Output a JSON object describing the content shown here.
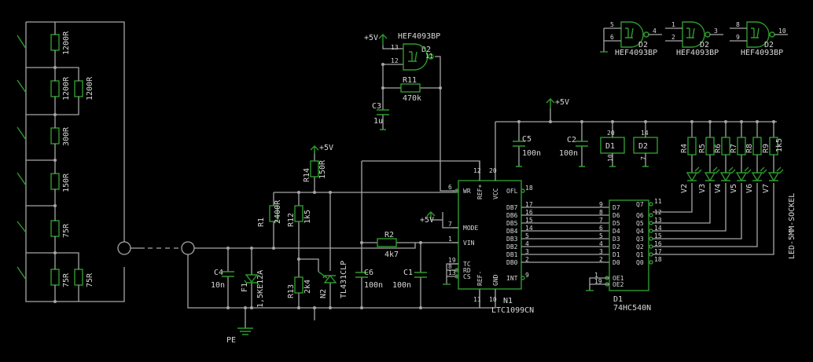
{
  "colors": {
    "background": "#000000",
    "wire": "#a6a6a6",
    "component": "#2e9a2e",
    "text": "#d8d8d8"
  },
  "resistor_ladder": {
    "r_top": "1200R",
    "r_2a": "1200R",
    "r_2b": "1200R",
    "r_3": "300R",
    "r_4": "150R",
    "r_5": "75R",
    "r_6a": "75R",
    "r_6b": "75R"
  },
  "oscillator": {
    "vcc": "+5V",
    "gate_part": "HEF4093BP",
    "gate_ref": "D2",
    "pin13": "13",
    "pin12": "12",
    "pin11": "11",
    "r11_ref": "R11",
    "r11_val": "470k",
    "c3_ref": "C3",
    "c3_val": "1u"
  },
  "spare_gates": [
    {
      "pin_a": "5",
      "pin_b": "6",
      "pin_out": "4",
      "ref": "D2",
      "part": "HEF4093BP"
    },
    {
      "pin_a": "1",
      "pin_b": "2",
      "pin_out": "3",
      "ref": "D2",
      "part": "HEF4093BP"
    },
    {
      "pin_a": "8",
      "pin_b": "9",
      "pin_out": "10",
      "ref": "D2",
      "part": "HEF4093BP"
    }
  ],
  "ref_section": {
    "vcc": "+5V",
    "r14_ref": "R14",
    "r14_val": "150R",
    "r1_ref": "R1",
    "r1_val": "2400R",
    "r12_ref": "R12",
    "r12_val": "1k5",
    "r13_ref": "R13",
    "r13_val": "2k4",
    "n2_ref": "N2",
    "n2_part": "TL431CLP",
    "c6_ref": "C6",
    "c6_val": "100n",
    "c4_ref": "C4",
    "c4_val": "10n",
    "f1_ref": "F1",
    "f1_val": "1,5KE12A",
    "r2_ref": "R2",
    "r2_val": "4k7",
    "c1_ref": "C1",
    "c1_val": "100n",
    "pe": "PE"
  },
  "adc": {
    "ref": "N1",
    "part": "LTC1099CN",
    "vcc": "+5V",
    "pins_left": [
      {
        "num": "6",
        "name": "WR"
      },
      {
        "num": "7",
        "name": "MODE"
      },
      {
        "num": "1",
        "name": "VIN"
      },
      {
        "num": "19",
        "name": "TC"
      },
      {
        "num": "8",
        "name": "RD"
      },
      {
        "num": "13",
        "name": "CS"
      }
    ],
    "pins_bottom": [
      {
        "num": "11",
        "name": "REF-"
      },
      {
        "num": "10",
        "name": "GND"
      }
    ],
    "pins_top": [
      {
        "num": "12",
        "name": "REF+"
      },
      {
        "num": "20",
        "name": "VCC"
      }
    ],
    "pins_right": [
      {
        "num": "18",
        "name": "OFL"
      },
      {
        "num": "17",
        "name": "DB7"
      },
      {
        "num": "16",
        "name": "DB6"
      },
      {
        "num": "15",
        "name": "DB5"
      },
      {
        "num": "14",
        "name": "DB4"
      },
      {
        "num": "5",
        "name": "DB3"
      },
      {
        "num": "4",
        "name": "DB2"
      },
      {
        "num": "3",
        "name": "DB1"
      },
      {
        "num": "2",
        "name": "DB0"
      },
      {
        "num": "9",
        "name": "INT"
      }
    ]
  },
  "buffer": {
    "ref": "D1",
    "part": "74HC540N",
    "inputs": [
      {
        "num": "9",
        "name": "D7"
      },
      {
        "num": "8",
        "name": "D6"
      },
      {
        "num": "7",
        "name": "D5"
      },
      {
        "num": "6",
        "name": "D4"
      },
      {
        "num": "5",
        "name": "D3"
      },
      {
        "num": "4",
        "name": "D2"
      },
      {
        "num": "3",
        "name": "D1"
      },
      {
        "num": "2",
        "name": "D0"
      }
    ],
    "outputs": [
      {
        "num": "11",
        "name": "Q7"
      },
      {
        "num": "12",
        "name": "Q6"
      },
      {
        "num": "13",
        "name": "Q5"
      },
      {
        "num": "14",
        "name": "Q4"
      },
      {
        "num": "15",
        "name": "Q3"
      },
      {
        "num": "16",
        "name": "Q2"
      },
      {
        "num": "17",
        "name": "Q1"
      },
      {
        "num": "18",
        "name": "Q0"
      }
    ],
    "oe": [
      {
        "num": "1",
        "name": "OE1"
      },
      {
        "num": "19",
        "name": "OE2"
      }
    ]
  },
  "power_section": {
    "vcc": "+5V",
    "c5_ref": "C5",
    "c5_val": "100n",
    "c2_ref": "C2",
    "c2_val": "100n",
    "d1_box": "D1",
    "d1_top": "20",
    "d1_bot": "10",
    "d2_box": "D2",
    "d2_top": "14",
    "d2_bot": "7"
  },
  "leds": {
    "resistors": [
      "R4",
      "R5",
      "R6",
      "R7",
      "R8",
      "R9"
    ],
    "res_val": "1k5",
    "diodes": [
      "V2",
      "V3",
      "V4",
      "V5",
      "V6",
      "V7"
    ],
    "socket": "LED-5MM-SOCKEL"
  }
}
